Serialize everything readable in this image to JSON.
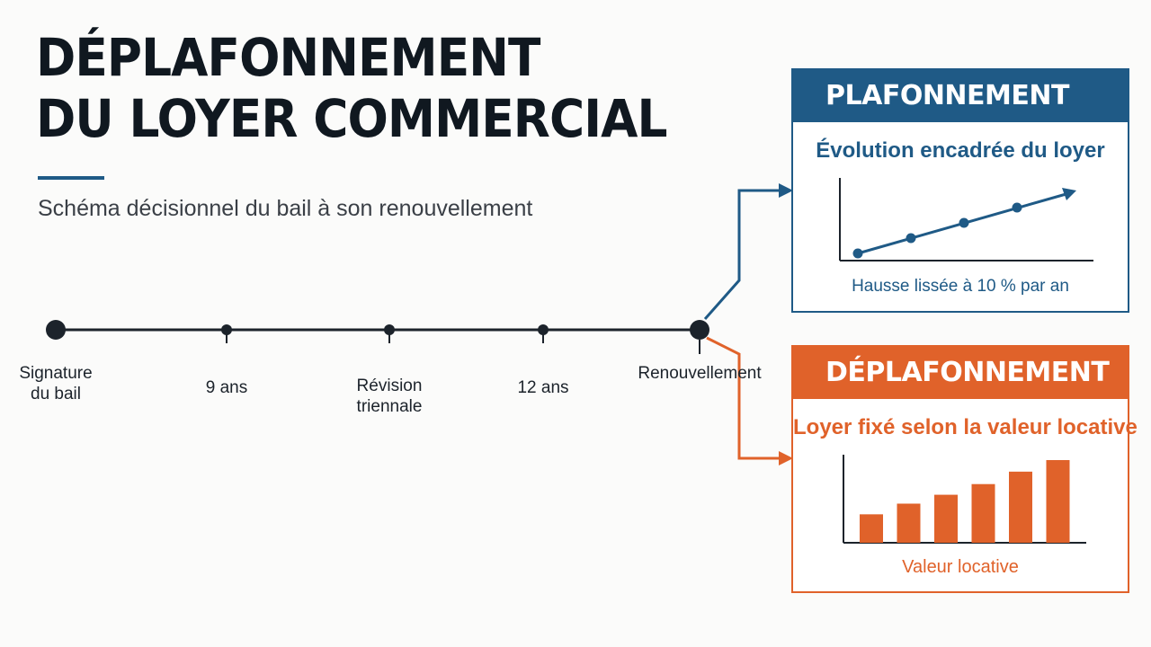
{
  "title": {
    "line1": "DÉPLAFONNEMENT",
    "line2": "DU LOYER COMMERCIAL"
  },
  "subtitle": "Schéma décisionnel du bail à son renouvellement",
  "timeline": {
    "points": [
      {
        "label": "Signature\ndu bail",
        "major": true
      },
      {
        "label": "9 ans",
        "major": false
      },
      {
        "label": "Révision\ntriennale",
        "major": false
      },
      {
        "label": "12 ans",
        "major": false
      },
      {
        "label": "Renouvellement",
        "major": true
      }
    ]
  },
  "colors": {
    "navy": "#1f5a86",
    "orange": "#e0622a",
    "text": "#101820",
    "timeline": "#1c232b"
  },
  "plafonnement": {
    "header": "PLAFONNEMENT",
    "heading": "Évolution encadrée du loyer",
    "caption": "Hausse lissée à 10 % par an",
    "trend": [
      1,
      2,
      3,
      4
    ]
  },
  "deplafonnement": {
    "header": "DÉPLAFONNEMENT",
    "heading": "Loyer fixé selon la valeur locative",
    "caption": "Valeur locative",
    "bars": [
      32,
      44,
      54,
      66,
      80,
      93
    ]
  }
}
